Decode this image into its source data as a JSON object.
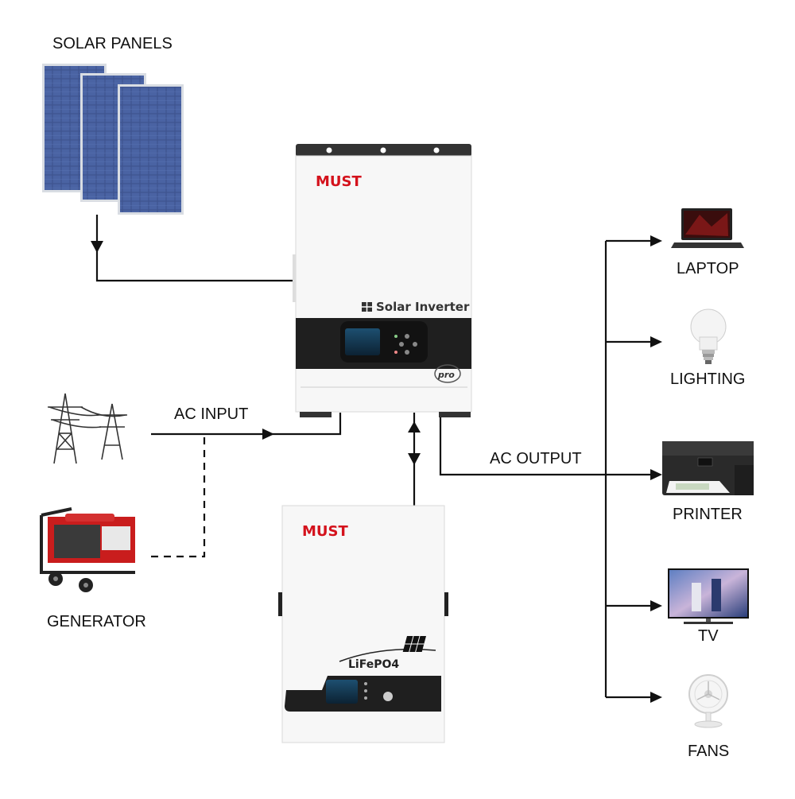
{
  "labels": {
    "solar_panels": "SOLAR PANELS",
    "ac_input": "AC INPUT",
    "generator": "GENERATOR",
    "ac_output": "AC OUTPUT",
    "laptop": "LAPTOP",
    "lighting": "LIGHTING",
    "printer": "PRINTER",
    "tv": "TV",
    "fans": "FANS"
  },
  "inverter": {
    "brand": "MUST",
    "product": "Solar Inverter",
    "badge": "pro"
  },
  "battery": {
    "brand": "MUST",
    "chemistry": "LiFePO4"
  },
  "colors": {
    "brand_red": "#d4121c",
    "line": "#111111",
    "panel_dark": "#1f1f1f",
    "solar_blue": "#3a4f8f"
  },
  "icons": [
    "solar-panel-icon",
    "power-tower-icon",
    "generator-icon",
    "laptop-icon",
    "light-bulb-icon",
    "printer-icon",
    "tv-icon",
    "fan-icon"
  ]
}
